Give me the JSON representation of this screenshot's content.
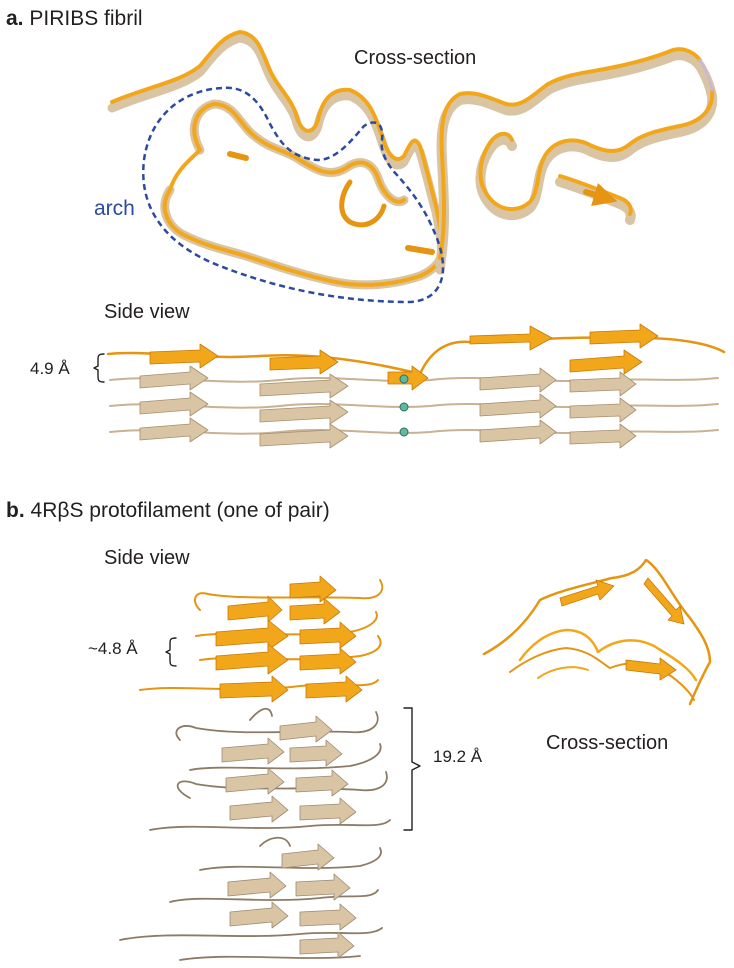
{
  "panel_a": {
    "letter": "a.",
    "title": "PIRIBS fibril",
    "cross_section_label": "Cross-section",
    "arch_label": "arch",
    "side_view_label": "Side view",
    "spacing_label": "4.9 Å"
  },
  "panel_b": {
    "letter": "b.",
    "title": "4RβS protofilament (one of pair)",
    "side_view_label": "Side view",
    "spacing_label": "~4.8 Å",
    "repeat_label": "19.2 Å",
    "cross_section_label": "Cross-section"
  },
  "colors": {
    "gold": "#f2a71b",
    "gold_dark": "#d98b0c",
    "tan": "#d9c4a3",
    "tan_dark": "#9c8a72",
    "arch_outline": "#2d4a9e",
    "marker": "#5fb8a0"
  }
}
